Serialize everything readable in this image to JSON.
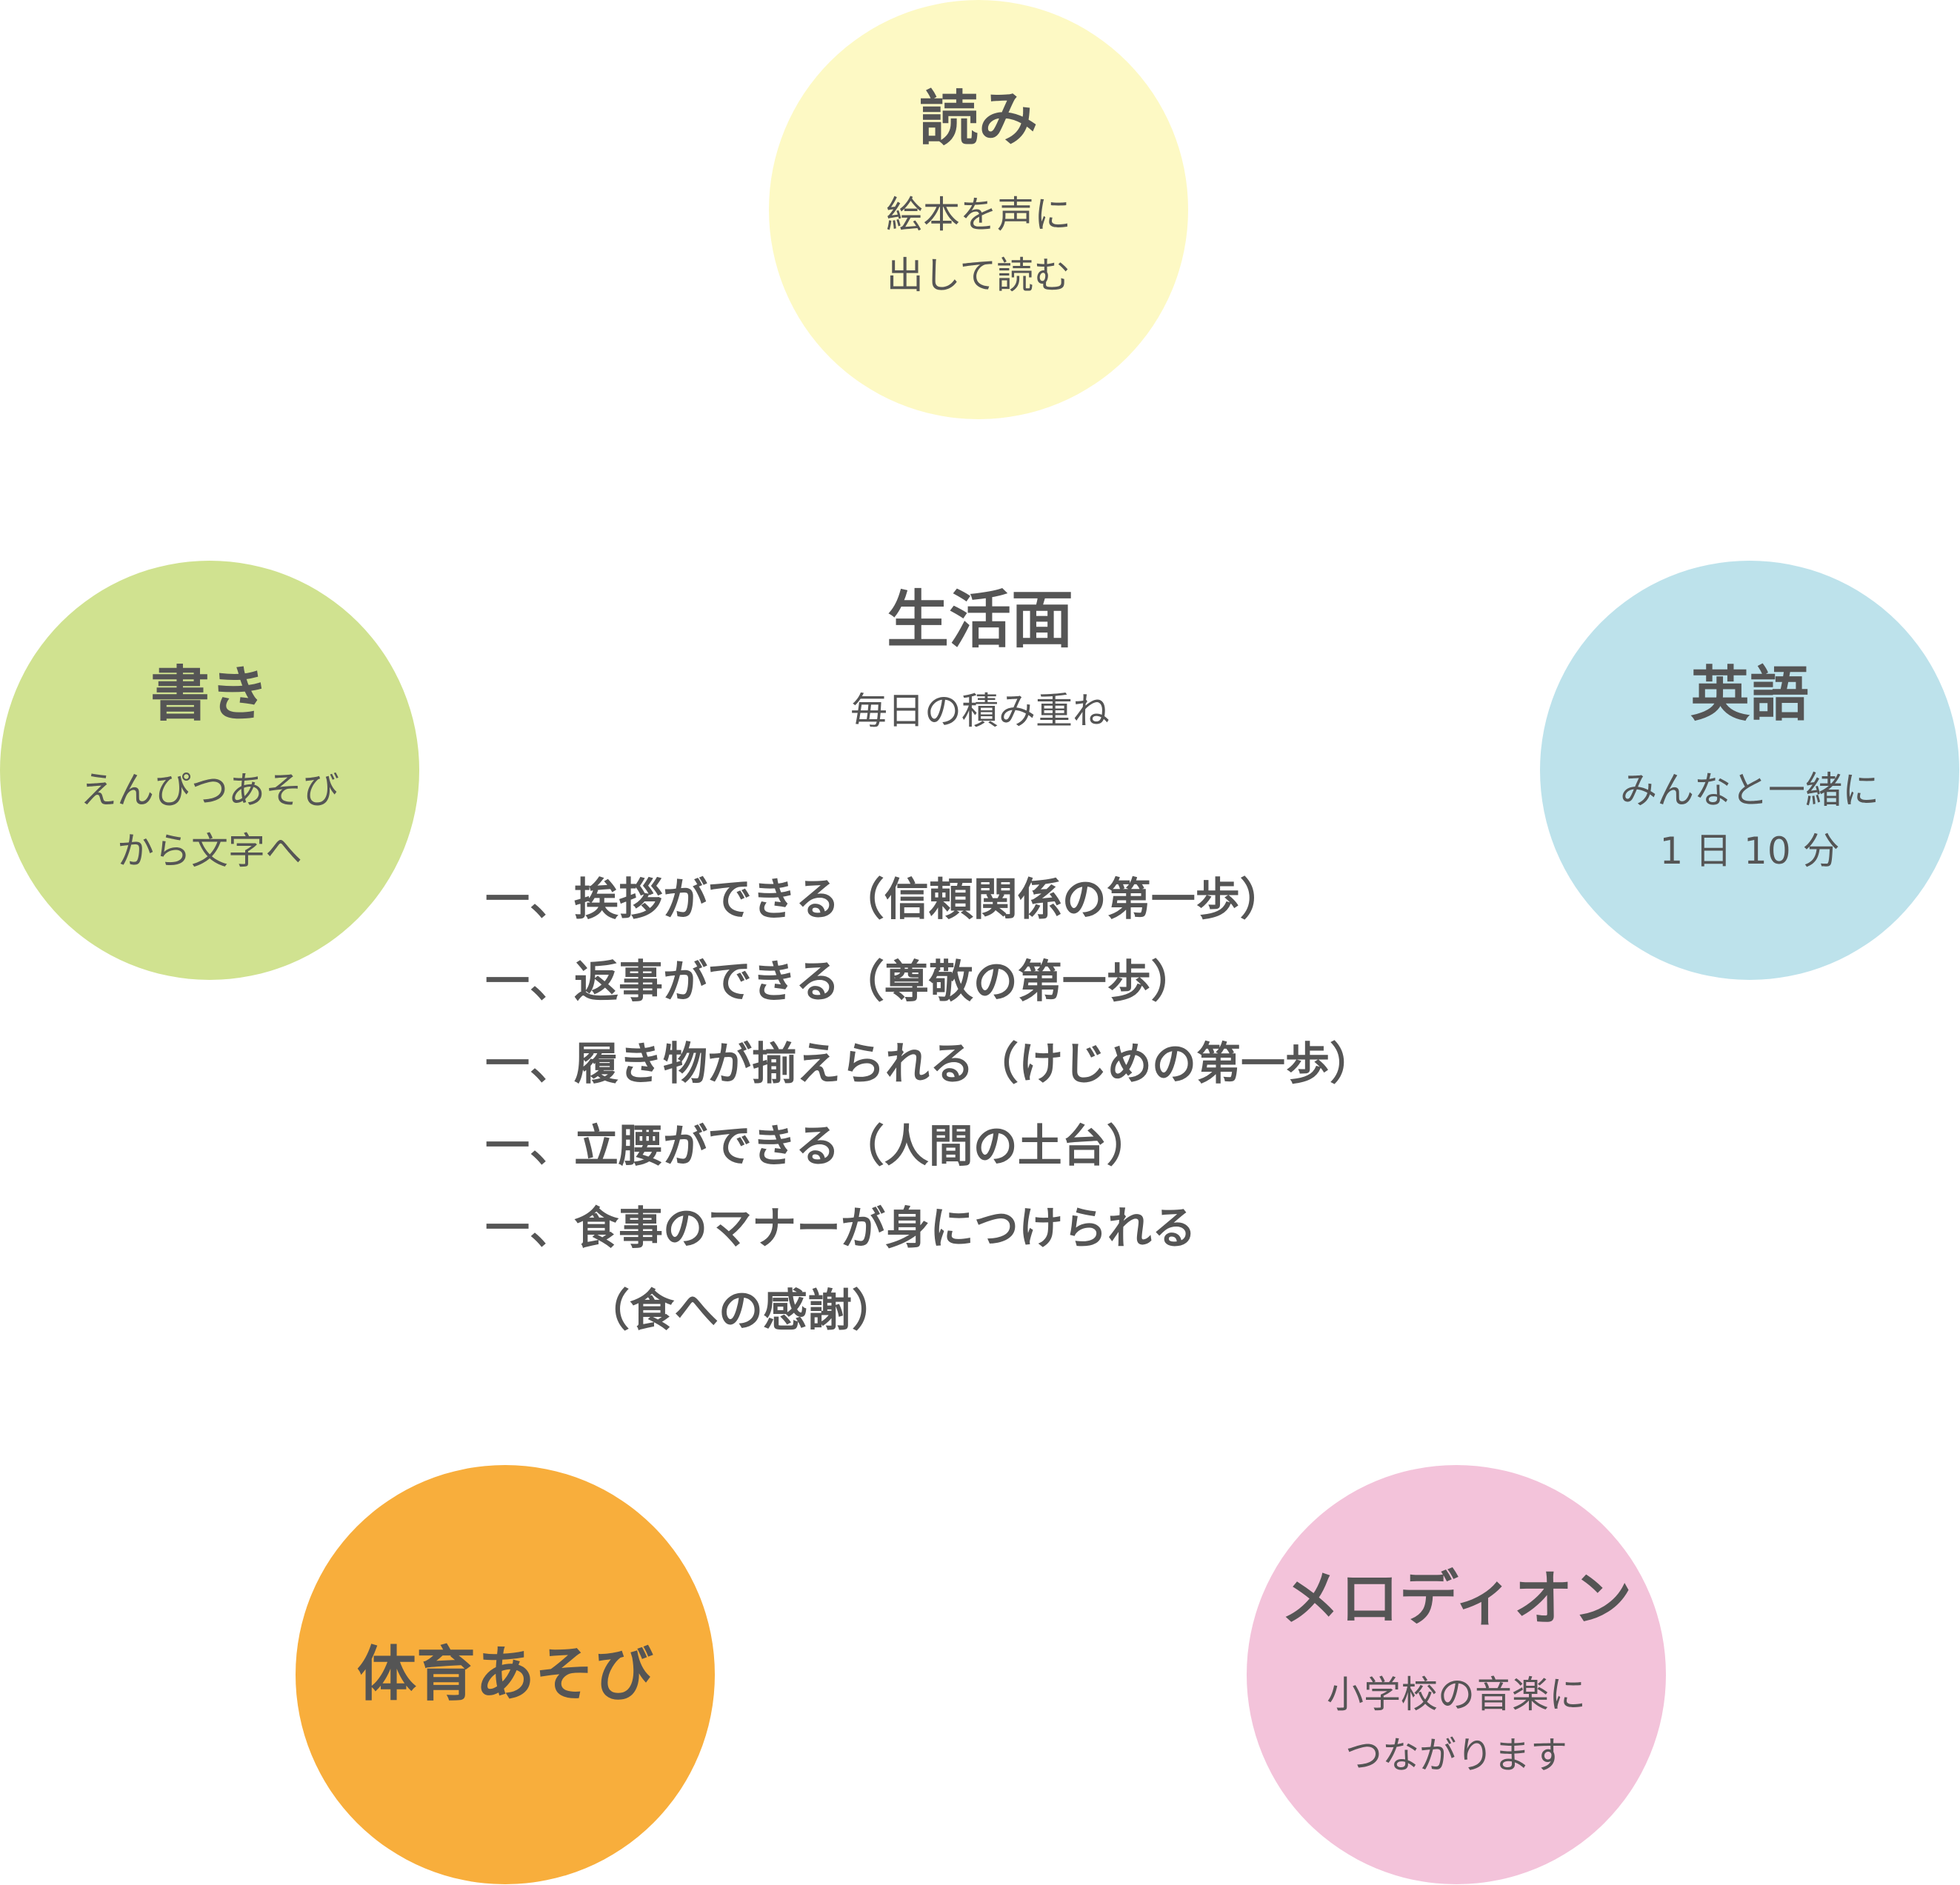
{
  "center": {
    "title": "生活面",
    "subtitle": "毎日の積み重ね",
    "rules": [
      "一、挨拶ができる（信頼関係の第一歩）",
      "一、返事ができる（尊敬の第一歩）",
      "一、履き物が揃えられる（けじめの第一歩）",
      "一、立腰ができる（人間の土台）",
      "一、食事のマナーが身につけられる",
      "（食への感謝）"
    ]
  },
  "circles": {
    "reading": {
      "title": "読み",
      "subtitle": "絵本を声に\n出して読む",
      "color": "#fdf9c4"
    },
    "writing": {
      "title": "書き",
      "subtitle": "えんぴつあそび\nから文字へ",
      "color": "#d0e290"
    },
    "english": {
      "title": "英語",
      "subtitle": "みんなと一緒に\n1 日 10 分",
      "color": "#bde2eb"
    },
    "pe": {
      "title": "体育あそび",
      "color": "#f8ae3c"
    },
    "melodion": {
      "title": "メロディオン",
      "subtitle": "小学校の音楽に\nつながります",
      "color": "#f3c3da"
    }
  }
}
